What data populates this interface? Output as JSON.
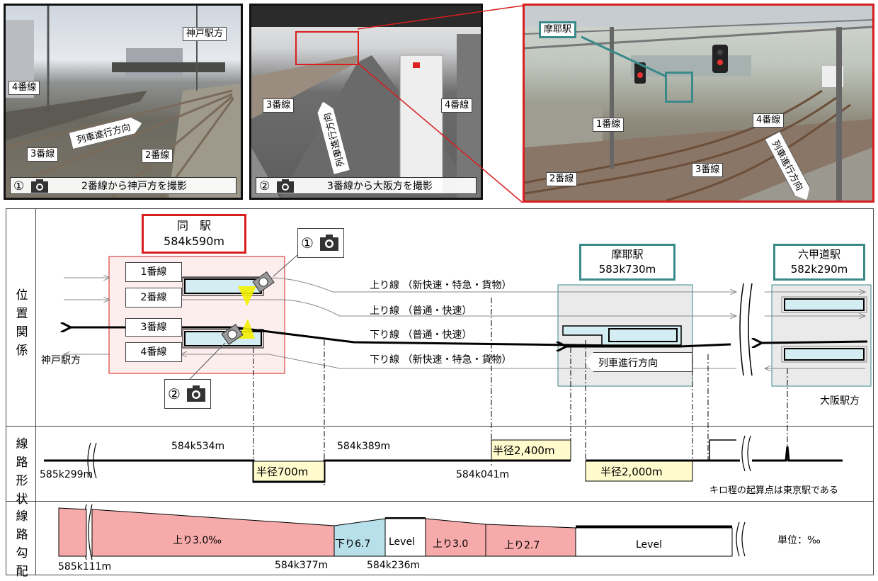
{
  "photos": {
    "p1": {
      "labels": {
        "kobe": "神戸駅方",
        "line4": "4番線",
        "direction": "列車進行方向",
        "line3": "3番線",
        "line2": "2番線"
      },
      "caption": {
        "num": "①",
        "text": "2番線から神戸方を撮影"
      }
    },
    "p2": {
      "labels": {
        "line3": "3番線",
        "line4": "4番線",
        "direction": "列車進行方向"
      },
      "caption": {
        "num": "②",
        "text": "3番線から大阪方を撮影"
      }
    },
    "p3": {
      "labels": {
        "maya": "摩耶駅",
        "line1": "1番線",
        "line4": "4番線",
        "line2": "2番線",
        "line3": "3番線",
        "direction": "列車進行方向"
      }
    }
  },
  "diagram": {
    "categories": {
      "position": "位置関係",
      "alignment": "線路形状",
      "gradient": "線路勾配"
    },
    "stations": {
      "same": {
        "name": "同　駅",
        "km": "584k590m"
      },
      "maya": {
        "name": "摩耶駅",
        "km": "583k730m"
      },
      "rokko": {
        "name": "六甲道駅",
        "km": "582k290m"
      }
    },
    "tracks": [
      "1番線",
      "2番線",
      "3番線",
      "4番線"
    ],
    "lines": {
      "up_rapid": "上り線 （新快速・特急・貨物）",
      "up_local": "上り線 （普通・快速）",
      "down_local": "下り線 （普通・快速）",
      "down_rapid": "下り線 （新快速・特急・貨物）"
    },
    "kobe_dir": "神戸駅方",
    "osaka_dir": "大阪駅方",
    "train_dir": "列車進行方向",
    "cam1": "①",
    "cam2": "②",
    "alignment": {
      "km_585k299": "585k299m",
      "km_584k534": "584k534m",
      "km_584k389": "584k389m",
      "km_584k041": "584k041m",
      "r700": "半径700m",
      "r2400": "半径2,400m",
      "r2000": "半径2,000m",
      "note": "キロ程の起算点は東京駅である"
    },
    "gradient": {
      "up30": "上り3.0‰",
      "down67": "下り6.7",
      "level1": "Level",
      "up30b": "上り3.0",
      "up27": "上り2.7",
      "level2": "Level",
      "unit": "単位：‰",
      "km_585k111": "585k111m",
      "km_584k377": "584k377m",
      "km_584k236": "584k236m"
    }
  },
  "colors": {
    "red": "#d81e1e",
    "teal": "#3a8a8a",
    "pink": "#f7aaaa",
    "blue": "#b7e0ea",
    "yellow": "#fffbcc",
    "trainfill": "#d4edf3"
  }
}
